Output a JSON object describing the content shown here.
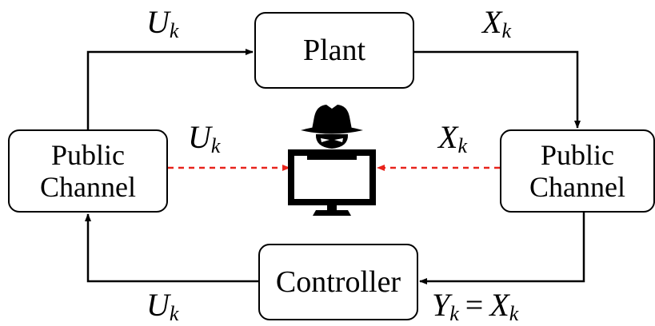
{
  "nodes": {
    "plant": "Plant",
    "controller": "Controller",
    "left_channel": [
      "Public",
      "Channel"
    ],
    "right_channel": [
      "Public",
      "Channel"
    ]
  },
  "labels": {
    "top_left": {
      "var": "U",
      "sub": "k"
    },
    "top_right": {
      "var": "X",
      "sub": "k"
    },
    "mid_left": {
      "var": "U",
      "sub": "k"
    },
    "mid_right": {
      "var": "X",
      "sub": "k"
    },
    "bottom_left": {
      "var": "U",
      "sub": "k"
    },
    "bottom_right": {
      "lhs_var": "Y",
      "lhs_sub": "k",
      "eq": "=",
      "rhs_var": "X",
      "rhs_sub": "k"
    }
  },
  "icons": {
    "eavesdropper": "hacker-monitor-icon"
  },
  "colors": {
    "line": "#000000",
    "eavesdrop_arrow": "#e8231b"
  }
}
